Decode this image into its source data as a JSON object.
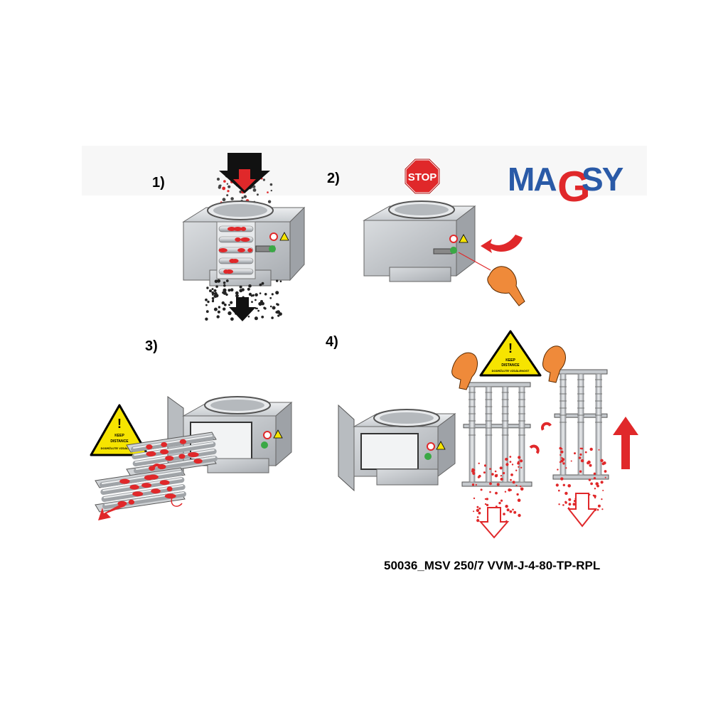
{
  "steps": [
    {
      "label": "1)"
    },
    {
      "label": "2)"
    },
    {
      "label": "3)"
    },
    {
      "label": "4)"
    }
  ],
  "logo": {
    "part1": "MA",
    "part2": "G",
    "part3": "SY"
  },
  "stop_sign": {
    "text": "STOP"
  },
  "warning_sign": {
    "line1": "KEEP",
    "line2": "DISTANCE",
    "line3": "DODRŽUJTE VZDÁLENOST"
  },
  "caption": "50036_MSV 250/7 VVM-J-4-80-TP-RPL",
  "colors": {
    "accent_red": "#e0282a",
    "brand_blue": "#2a5aa7",
    "warning_yellow": "#f6e400",
    "metal": "#bfc3c7"
  }
}
